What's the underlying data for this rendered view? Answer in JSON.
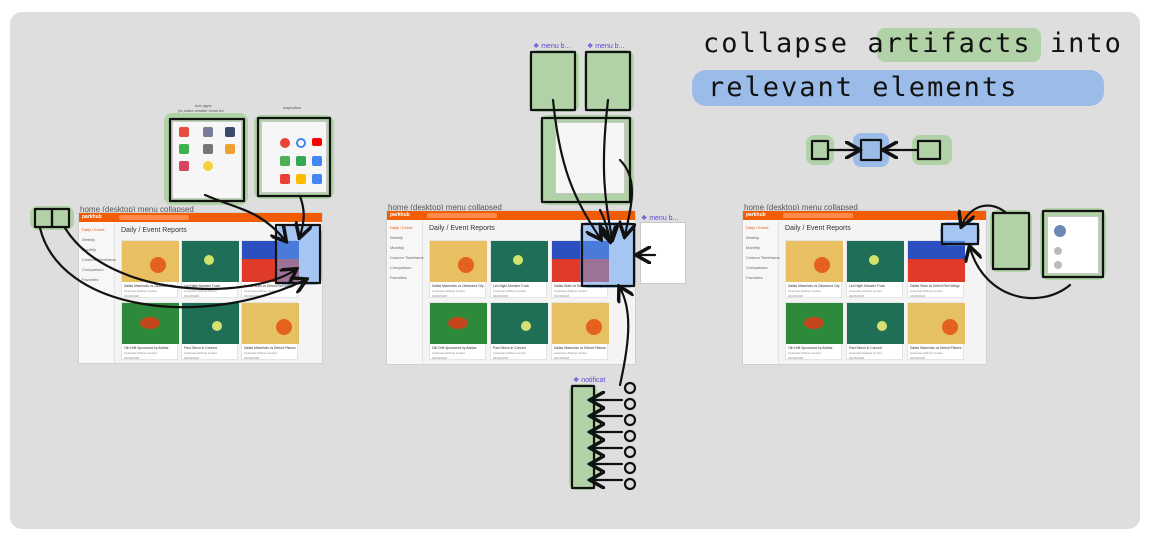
{
  "headline": {
    "line1": {
      "before": "collapse ",
      "highlight": "artifacts",
      "after": " into"
    },
    "line2": "relevant elements"
  },
  "frames": [
    {
      "title": "home (desktop) menu collapsed"
    },
    {
      "title": "home (desktop) menu collapsed"
    },
    {
      "title": "home (desktop) menu collapsed"
    }
  ],
  "mock": {
    "brand": "parkhub",
    "heading": "Daily / Event Reports",
    "sidebar": [
      "Daily / Event",
      "Weekly",
      "Monthly",
      "Custom Timeframe",
      "Comparison",
      "Favorites"
    ],
    "cards": [
      {
        "title": "Dallas Mavericks vs Oklahoma City",
        "venue": "American Airlines Center",
        "date": "04/26/2018"
      },
      {
        "title": "Led Night Monster Truck",
        "venue": "American Airlines Center",
        "date": "04/26/2018"
      },
      {
        "title": "Dallas Stars vs Detroit Red Wings",
        "venue": "American Airlines Center",
        "date": "04/26/2018"
      },
      {
        "title": "Oth Drift Sponsored by Adidas",
        "venue": "American Airlines Center",
        "date": "04/26/2018"
      },
      {
        "title": "Paul Simon in Concert",
        "venue": "American Airlines Center",
        "date": "04/26/2018"
      },
      {
        "title": "Dallas Mavericks vs Detroit Pistons",
        "venue": "American Airlines Center",
        "date": "04/26/2018"
      }
    ]
  },
  "labels": {
    "hub_apps": "hub apps",
    "hub_apps_sub": "(to make smaller icons for",
    "inspiration": "inspiration",
    "menu_b_1": "❖ menu b...",
    "menu_b_2": "❖ menu b...",
    "menu_b_3": "❖ menu b...",
    "notification": "❖ notificat"
  },
  "colors": {
    "brand_orange": "#f25c05",
    "highlight_green": "#8cc878",
    "highlight_blue": "#64a0f0"
  }
}
